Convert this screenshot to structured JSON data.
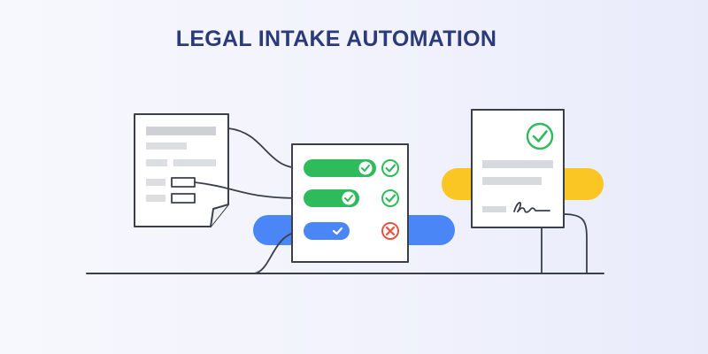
{
  "title": "LEGAL INTAKE AUTOMATION",
  "colors": {
    "title": "#2b3a78",
    "outline": "#3a3f4a",
    "green": "#2fbb5c",
    "blue": "#4a86f5",
    "yellow": "#f9c623",
    "red": "#e8533f",
    "gray_bar": "#d8d9dd"
  },
  "icons": {
    "intake_form": "document-form-icon",
    "checklist": "checklist-panel-icon",
    "signed_doc": "signed-document-icon",
    "approved": "check-circle-icon",
    "rejected": "x-circle-icon",
    "signature": "signature-icon"
  },
  "checklist_items": [
    {
      "status": "approved"
    },
    {
      "status": "approved"
    },
    {
      "status": "rejected"
    }
  ]
}
